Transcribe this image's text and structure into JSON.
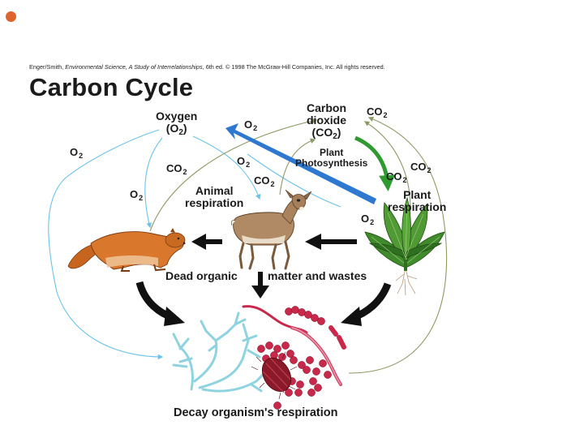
{
  "colors": {
    "bullet": "#e0622c",
    "oxygen_arrow": "#6cc2e8",
    "co2_arrow": "#8c9a66",
    "o2_band": "#2f78d0",
    "photosynthesis_arrow": "#2e9a30",
    "flow_arrow": "#111111",
    "decay_red": "#c8284a",
    "decay_cyan": "#8ed3df"
  },
  "credit": {
    "authors": "Enger/Smith,",
    "book": "Environmental Science, A Study of Interrelationships,",
    "rest": "6th ed. © 1998 The McGraw-Hill Companies, Inc. All rights reserved."
  },
  "title": "Carbon Cycle",
  "nodes": {
    "oxygen": {
      "line1": "Oxygen",
      "line2": "(O",
      "sub": "2",
      "close": ")"
    },
    "carbon_dioxide": {
      "line1": "Carbon",
      "line2": "dioxide",
      "line3": "(CO",
      "sub": "2",
      "close": ")"
    },
    "photosynthesis": {
      "line1": "Plant",
      "line2": "Photosynthesis"
    },
    "animal_respiration": {
      "line1": "Animal",
      "line2": "respiration"
    },
    "plant_respiration": {
      "line1": "Plant",
      "line2": "respiration"
    },
    "dead_organic": "Dead organic",
    "matter_wastes": "matter and wastes",
    "decay": "Decay organism's respiration"
  },
  "gas_labels": {
    "o2_band": {
      "base": "O",
      "sub": "2"
    },
    "o2_left": {
      "base": "O",
      "sub": "2"
    },
    "o2_mid": {
      "base": "O",
      "sub": "2"
    },
    "o2_animal": {
      "base": "O",
      "sub": "2"
    },
    "o2_plant": {
      "base": "O",
      "sub": "2"
    },
    "co2_top": {
      "base": "CO",
      "sub": "2"
    },
    "co2_left": {
      "base": "CO",
      "sub": "2"
    },
    "co2_mid": {
      "base": "CO",
      "sub": "2"
    },
    "co2_right1": {
      "base": "CO",
      "sub": "2"
    },
    "co2_right2": {
      "base": "CO",
      "sub": "2"
    }
  },
  "illustrations": {
    "cougar": "cougar-illustration",
    "deer": "deer-illustration",
    "plant": "plant-illustration",
    "decomposers": "decomposers-illustration"
  }
}
